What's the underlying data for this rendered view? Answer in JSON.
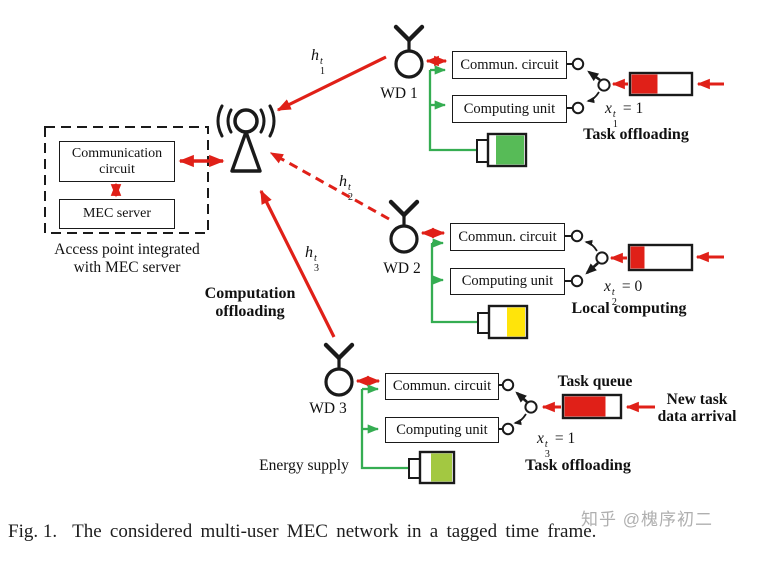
{
  "colors": {
    "arrow_red": "#e02018",
    "energy_green": "#35ad52",
    "battery_green": "#57bb57",
    "battery_yellow": "#ffe40a",
    "battery_olive": "#a3c841",
    "queue_red": "#e02018",
    "line_black": "#1a1a1a",
    "watermark_gray": "#a2a2a2"
  },
  "access_point": {
    "comm_box": "Communication circuit",
    "mec_box": "MEC server",
    "label_line1": "Access point integrated",
    "label_line2": "with MEC server"
  },
  "channels": [
    {
      "base": "h",
      "sup": "t",
      "sub": "1",
      "style": "solid"
    },
    {
      "base": "h",
      "sup": "t",
      "sub": "2",
      "style": "dashed"
    },
    {
      "base": "h",
      "sup": "t",
      "sub": "3",
      "style": "solid"
    }
  ],
  "offloading_label": {
    "line1": "Computation",
    "line2": "offloading"
  },
  "wds": [
    {
      "name": "WD 1",
      "commun": "Commun. circuit",
      "computing": "Computing unit",
      "decision": {
        "base": "x",
        "sup": "t",
        "sub": "1",
        "eq": "= 1"
      },
      "mode": "Task offloading",
      "switch_state": "offload",
      "battery_level": "72%",
      "battery_color": "#57bb57",
      "queue_fill": "44%"
    },
    {
      "name": "WD 2",
      "commun": "Commun. circuit",
      "computing": "Computing unit",
      "decision": {
        "base": "x",
        "sup": "t",
        "sub": "2",
        "eq": "= 0"
      },
      "mode": "Local computing",
      "switch_state": "local",
      "battery_level": "46%",
      "battery_color": "#ffe40a",
      "queue_fill": "22%"
    },
    {
      "name": "WD 3",
      "commun": "Commun. circuit",
      "computing": "Computing unit",
      "decision": {
        "base": "x",
        "sup": "t",
        "sub": "3",
        "eq": "= 1"
      },
      "mode": "Task offloading",
      "switch_state": "offload",
      "battery_level": "62%",
      "battery_color": "#a3c841",
      "queue_fill": "71%"
    }
  ],
  "annotations": {
    "task_queue_label": "Task queue",
    "new_task_line1": "New task",
    "new_task_line2": "data arrival",
    "energy_supply": "Energy supply"
  },
  "caption": {
    "fig": "Fig. 1.",
    "text": "The considered multi-user MEC network in a tagged time frame."
  },
  "watermark": "知乎 @槐序初二"
}
